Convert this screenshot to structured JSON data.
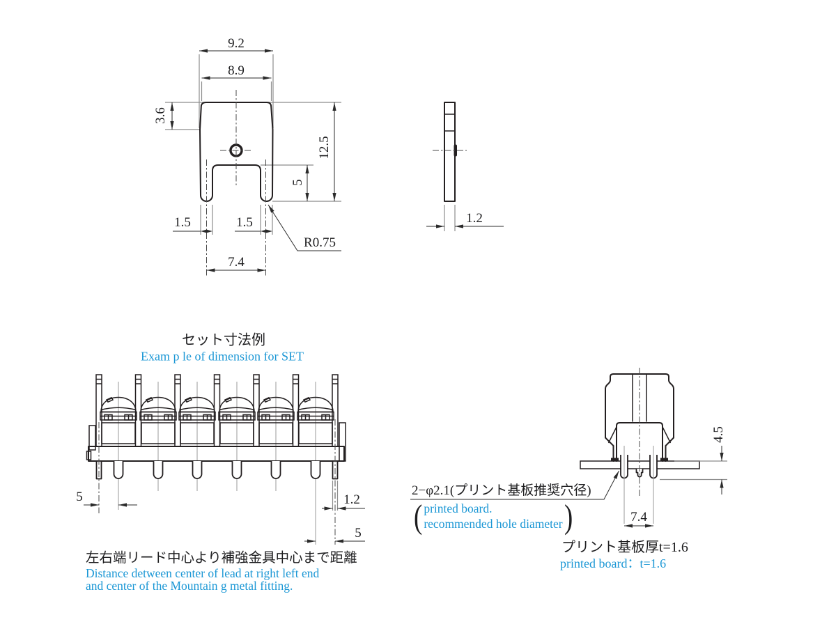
{
  "colors": {
    "line": "#231f20",
    "dimension": "#2b2b2b",
    "guide_gray": "#8c8c8c",
    "accent_blue": "#1b97d5",
    "background": "#ffffff"
  },
  "front_view": {
    "dim_width_outer": "9.2",
    "dim_width_top": "8.9",
    "dim_shoulder_height": "3.6",
    "dim_total_height": "12.5",
    "dim_slot_depth": "5",
    "dim_leg_width_left": "1.5",
    "dim_leg_width_right": "1.5",
    "dim_leg_pitch": "7.4",
    "dim_corner_radius": "R0.75"
  },
  "side_view": {
    "dim_thickness": "1.2"
  },
  "set_view": {
    "title_jp": "セット寸法例",
    "title_en": "Exam p le of dimension for SET",
    "dim_left_lead_to_fitting": "5",
    "dim_fitting_thickness": "1.2",
    "dim_right_lead_to_fitting": "5",
    "note_jp": "左右端リード中心より補強金具中心まで距離",
    "note_en_line1": "Distance detween center of lead at right left end",
    "note_en_line2": "and center of the Mountain g  metal fitting."
  },
  "board_view": {
    "hole_note_jp": "2−φ2.1(プリント基板推奨穴径)",
    "hole_note_en_line1": "printed board.",
    "hole_note_en_line2": "recommended hole diameter",
    "dim_lead_length": "4.5",
    "dim_lead_pitch": "7.4",
    "board_note_jp": "プリント基板厚t=1.6",
    "board_note_en": "printed board：t=1.6"
  }
}
